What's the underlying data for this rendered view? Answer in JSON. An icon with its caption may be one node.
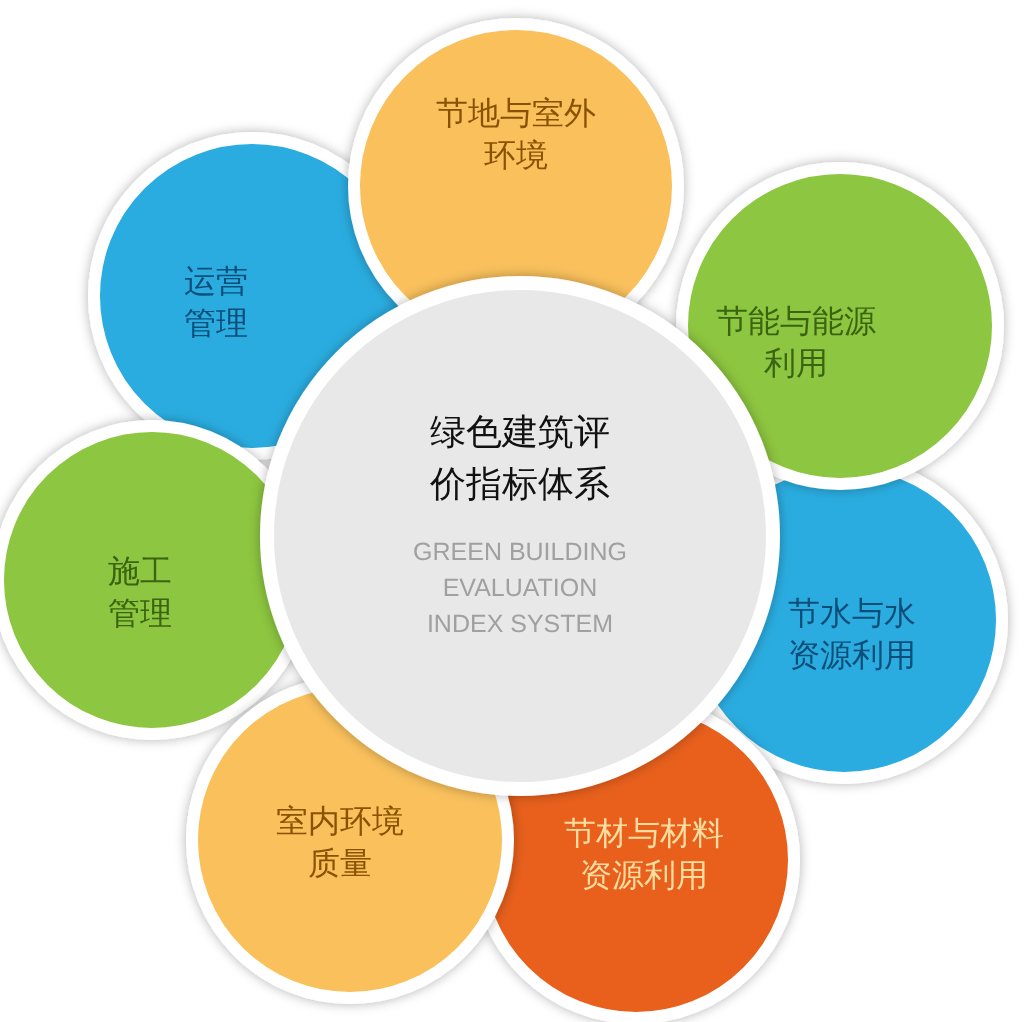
{
  "diagram": {
    "nodes": [
      {
        "text": [
          "绿色建筑评价指标体系",
          "GREEN BUILDING EVALUATION INDEX SYSTEM"
        ]
      },
      {
        "text": [
          "节地与室外环境"
        ]
      },
      {
        "text": [
          "节能与能源利用"
        ]
      },
      {
        "text": [
          "节水与水资源利用"
        ]
      },
      {
        "text": [
          "节材与材料资源利用"
        ]
      },
      {
        "text": [
          "室内环境质量"
        ]
      },
      {
        "text": [
          "施工管理"
        ]
      },
      {
        "text": [
          "运营管理"
        ]
      }
    ]
  }
}
